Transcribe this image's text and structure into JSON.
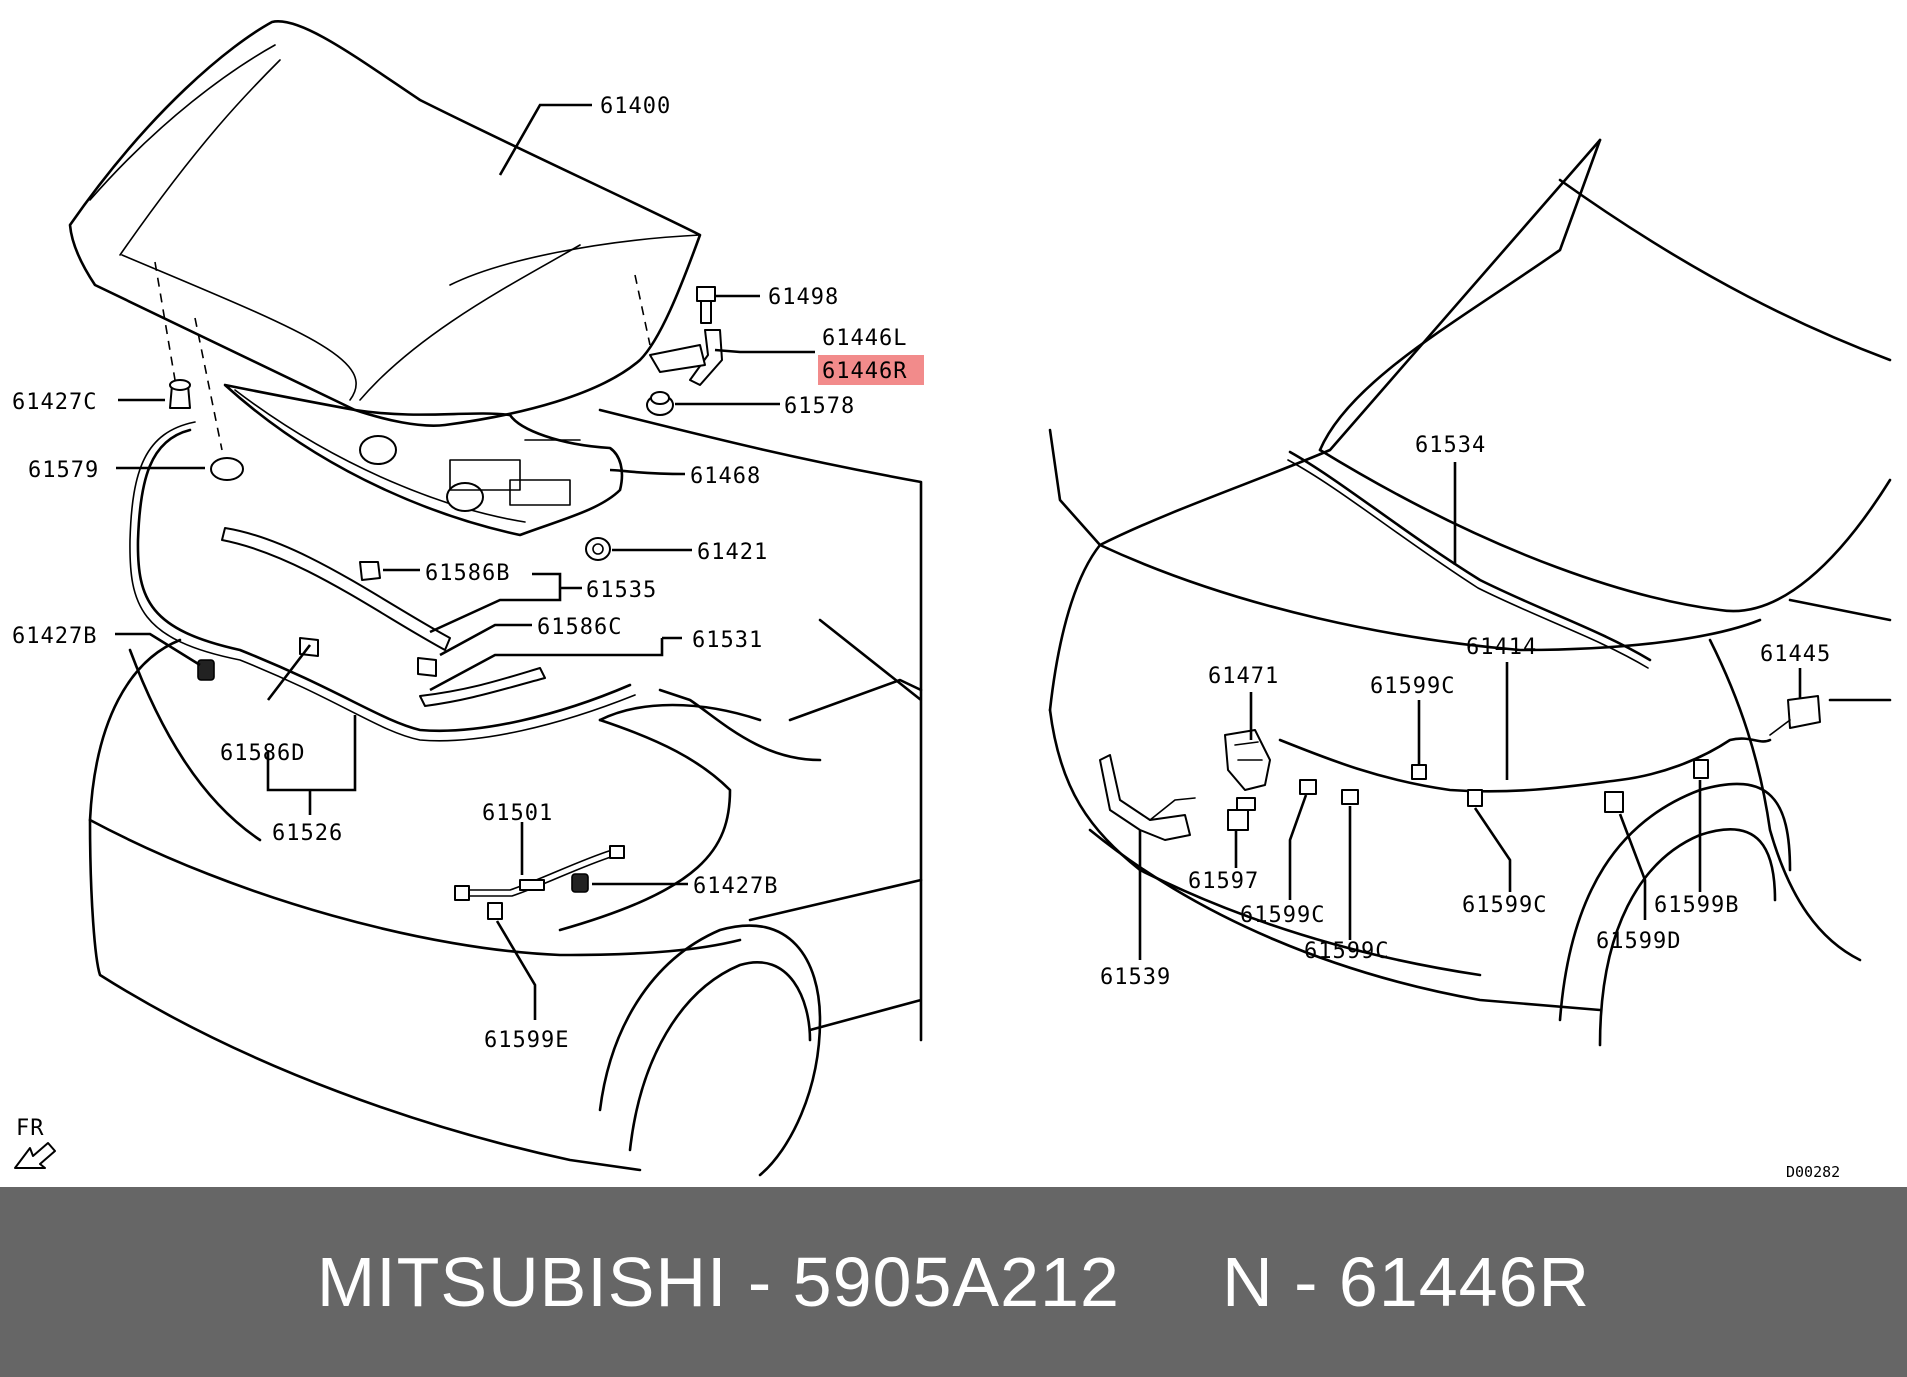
{
  "diagram": {
    "parts": {
      "p61400": "61400",
      "p61498": "61498",
      "p61446L": "61446L",
      "p61446R": "61446R",
      "p61578": "61578",
      "p61427C": "61427C",
      "p61579": "61579",
      "p61468": "61468",
      "p61421": "61421",
      "p61586B": "61586B",
      "p61535": "61535",
      "p61427B_top": "61427B",
      "p61586C": "61586C",
      "p61531": "61531",
      "p61586D": "61586D",
      "p61526": "61526",
      "p61501": "61501",
      "p61427B_bottom": "61427B",
      "p61599E": "61599E",
      "p61534": "61534",
      "p61471": "61471",
      "p61599C_top": "61599C",
      "p61414": "61414",
      "p61445": "61445",
      "p61597": "61597",
      "p61599C_left": "61599C",
      "p61599C_mid": "61599C",
      "p61599C_right": "61599C",
      "p61599B": "61599B",
      "p61599D": "61599D",
      "p61539": "61539"
    },
    "highlighted_part": "61446R",
    "highlight_color": "#f28b8b",
    "direction_label": "FR",
    "diagram_code": "D00282"
  },
  "footer": {
    "text": "MITSUBISHI - 5905A212     N - 61446R",
    "background": "#666666",
    "text_color": "#ffffff"
  }
}
